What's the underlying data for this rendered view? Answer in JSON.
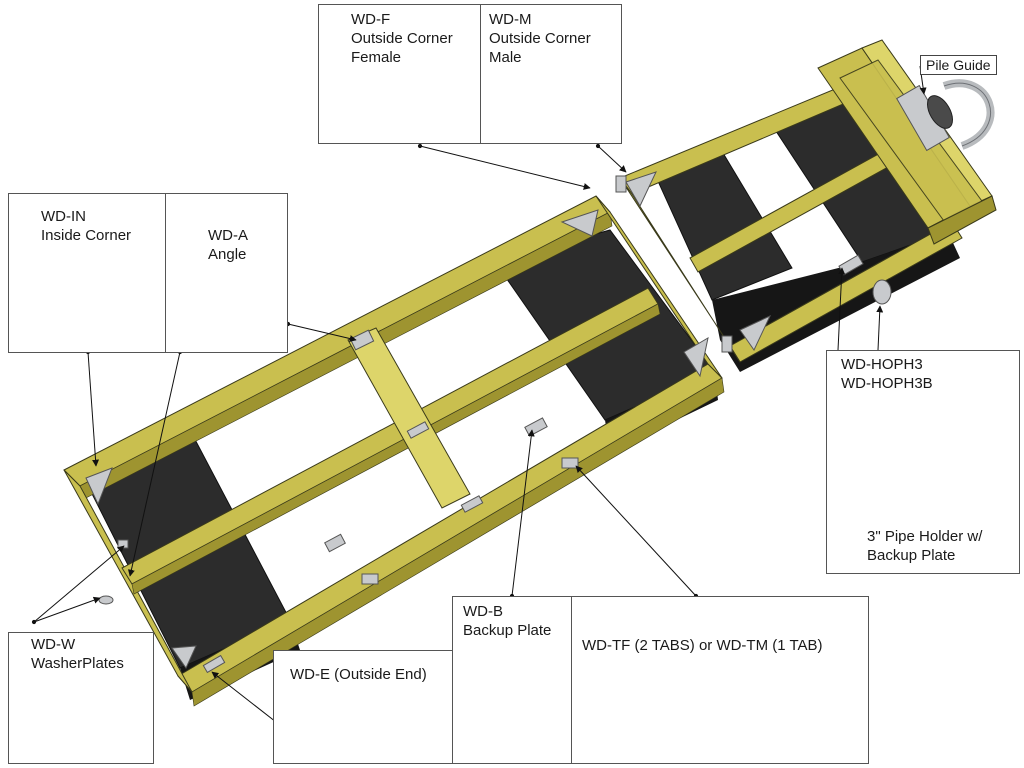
{
  "callouts": {
    "wd_f": {
      "line1": "WD-F",
      "line2": "Outside Corner",
      "line3": "Female"
    },
    "wd_m": {
      "line1": "WD-M",
      "line2": "Outside Corner",
      "line3": "Male"
    },
    "wd_in": {
      "line1": "WD-IN",
      "line2": "Inside Corner"
    },
    "wd_a": {
      "line1": "WD-A",
      "line2": "Angle"
    },
    "pile_guide": {
      "label": "Pile Guide"
    },
    "wd_hoph": {
      "line1": "WD-HOPH3",
      "line2": "WD-HOPH3B",
      "line3": "3\" Pipe Holder w/",
      "line4": "Backup Plate"
    },
    "wd_w": {
      "line1": "WD-W",
      "line2": "WasherPlates"
    },
    "wd_e": {
      "label": "WD-E (Outside End)"
    },
    "wd_b": {
      "line1": "WD-B",
      "line2": "Backup Plate"
    },
    "wd_tf": {
      "label": "WD-TF (2 TABS) or WD-TM (1 TAB)"
    }
  },
  "colors": {
    "lumber": "#c9bf4f",
    "lumber_light": "#ddd56a",
    "lumber_dark": "#9e9430",
    "float": "#2c2c2c",
    "float_dark": "#161616",
    "metal": "#c8cacd",
    "metal_dark": "#7a7d82",
    "frame_line": "#3a3a1a",
    "leader": "#111111"
  }
}
